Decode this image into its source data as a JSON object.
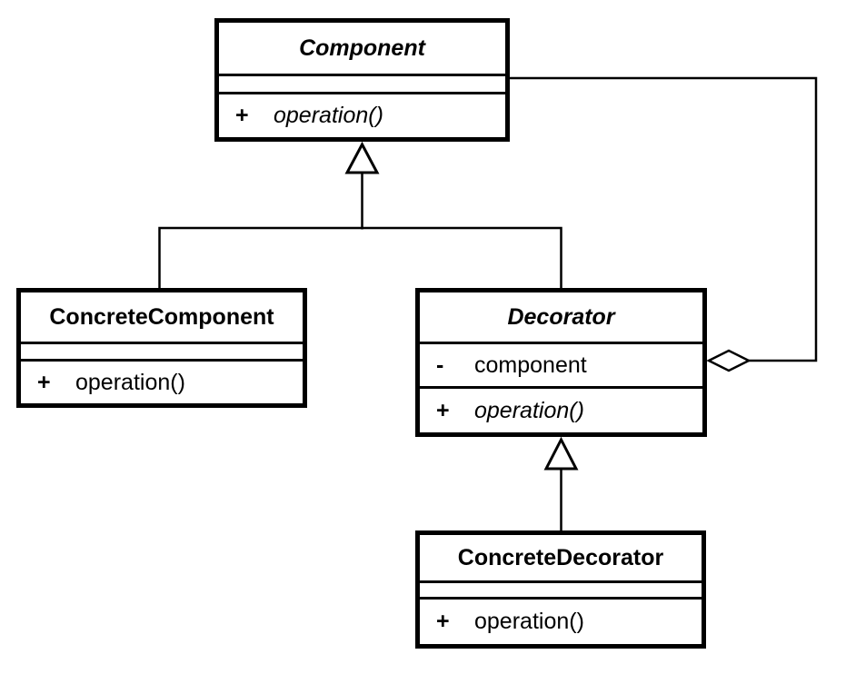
{
  "classes": {
    "component": {
      "name": "Component",
      "operations": [
        {
          "visibility": "+",
          "name": "operation()"
        }
      ]
    },
    "concreteComponent": {
      "name": "ConcreteComponent",
      "operations": [
        {
          "visibility": "+",
          "name": "operation()"
        }
      ]
    },
    "decorator": {
      "name": "Decorator",
      "attributes": [
        {
          "visibility": "-",
          "name": "component"
        }
      ],
      "operations": [
        {
          "visibility": "+",
          "name": "operation()"
        }
      ]
    },
    "concreteDecorator": {
      "name": "ConcreteDecorator",
      "operations": [
        {
          "visibility": "+",
          "name": "operation()"
        }
      ]
    }
  },
  "relationships": [
    {
      "type": "generalization",
      "from": "ConcreteComponent",
      "to": "Component"
    },
    {
      "type": "generalization",
      "from": "Decorator",
      "to": "Component"
    },
    {
      "type": "generalization",
      "from": "ConcreteDecorator",
      "to": "Decorator"
    },
    {
      "type": "aggregation",
      "from": "Decorator",
      "to": "Component"
    }
  ],
  "colors": {
    "line": "#000000",
    "fill": "#ffffff"
  }
}
